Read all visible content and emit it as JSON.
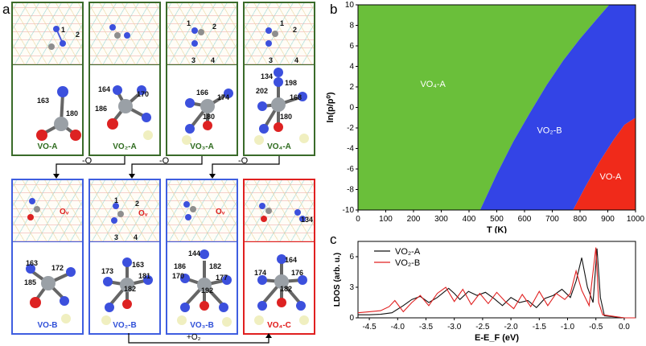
{
  "panel_labels": {
    "a": "a",
    "b": "b",
    "c": "c"
  },
  "steps": {
    "o1": "-O",
    "o2": "-O",
    "o3": "-O",
    "o2_add": "+O₂"
  },
  "structures": {
    "vo_a": {
      "label": "VO-A",
      "numbers": [
        "163",
        "180"
      ],
      "markers": [
        "1",
        "2"
      ]
    },
    "vo2_a": {
      "label": "VO₂-A",
      "numbers": [
        "164",
        "170",
        "186"
      ],
      "markers": []
    },
    "vo3_a": {
      "label": "VO₃-A",
      "numbers": [
        "166",
        "174",
        "180"
      ],
      "markers": [
        "1",
        "2",
        "3",
        "4"
      ]
    },
    "vo4_a": {
      "label": "VO₄-A",
      "numbers": [
        "134",
        "198",
        "202",
        "168",
        "180"
      ],
      "markers": [
        "1",
        "2",
        "3",
        "4"
      ]
    },
    "vo_b": {
      "label": "VO-B",
      "numbers": [
        "163",
        "172",
        "185"
      ],
      "markers": [],
      "vacancy": "Oᵥ"
    },
    "vo2_b": {
      "label": "VO₂-B",
      "numbers": [
        "173",
        "163",
        "181",
        "182"
      ],
      "markers": [
        "1",
        "2",
        "3",
        "4"
      ],
      "vacancy": "Oᵥ"
    },
    "vo3_b": {
      "label": "VO₃-B",
      "numbers": [
        "144",
        "186",
        "182",
        "170",
        "177",
        "192"
      ],
      "markers": [],
      "vacancy": "Oᵥ"
    },
    "vo4_c": {
      "label": "VO₄-C",
      "numbers": [
        "164",
        "174",
        "176",
        "182"
      ],
      "markers": [],
      "extra": "134"
    }
  },
  "colors": {
    "green_region": "#6abf3a",
    "blue_region": "#3344e6",
    "red_region": "#f02a1a",
    "green_border": "#3a6b2a",
    "blue_border": "#3f5ee0",
    "red_border": "#e02020"
  },
  "chart_data": [
    {
      "type": "area",
      "panel": "b",
      "xlabel": "T (K)",
      "ylabel": "ln(p/p⁰)",
      "xlim": [
        0,
        1000
      ],
      "ylim": [
        -10,
        10
      ],
      "xticks": [
        0,
        100,
        200,
        300,
        400,
        500,
        600,
        700,
        800,
        900,
        1000
      ],
      "yticks": [
        -10,
        -8,
        -6,
        -4,
        -2,
        0,
        2,
        4,
        6,
        8,
        10
      ],
      "regions": [
        {
          "name": "VO₄-A",
          "color": "#6abf3a"
        },
        {
          "name": "VO₂-B",
          "color": "#3344e6"
        },
        {
          "name": "VO-A",
          "color": "#f02a1a"
        }
      ],
      "boundaries": {
        "green_blue": [
          [
            440,
            -10
          ],
          [
            500,
            -6.5
          ],
          [
            560,
            -3.3
          ],
          [
            620,
            -0.5
          ],
          [
            680,
            2.2
          ],
          [
            740,
            4.6
          ],
          [
            800,
            6.7
          ],
          [
            860,
            8.6
          ],
          [
            905,
            10
          ]
        ],
        "blue_red": [
          [
            775,
            -10
          ],
          [
            820,
            -7.7
          ],
          [
            870,
            -5.3
          ],
          [
            920,
            -3.2
          ],
          [
            960,
            -1.7
          ],
          [
            1000,
            -1
          ]
        ]
      }
    },
    {
      "type": "line",
      "panel": "c",
      "xlabel": "E-E_F (eV)",
      "ylabel": "LDOS (arb. u.)",
      "xlim": [
        -4.7,
        0.2
      ],
      "ylim": [
        0,
        7.5
      ],
      "xticks": [
        -4.5,
        -4.0,
        -3.5,
        -3.0,
        -2.5,
        -2.0,
        -1.5,
        -1.0,
        -0.5,
        0.0
      ],
      "yticks": [
        0,
        3,
        6
      ],
      "series": [
        {
          "name": "VO₂-A",
          "color": "#111111",
          "x": [
            -4.7,
            -4.5,
            -4.3,
            -4.1,
            -3.9,
            -3.75,
            -3.6,
            -3.45,
            -3.3,
            -3.1,
            -3.0,
            -2.9,
            -2.75,
            -2.6,
            -2.45,
            -2.3,
            -2.15,
            -2.0,
            -1.85,
            -1.7,
            -1.55,
            -1.4,
            -1.25,
            -1.1,
            -0.95,
            -0.85,
            -0.75,
            -0.65,
            -0.55,
            -0.48,
            -0.42,
            -0.35,
            0.0,
            0.2
          ],
          "y": [
            0.3,
            0.3,
            0.35,
            0.5,
            1.2,
            1.8,
            2.1,
            1.5,
            2.0,
            2.9,
            2.4,
            1.8,
            2.6,
            2.2,
            2.5,
            1.9,
            1.2,
            2.0,
            1.5,
            1.7,
            1.0,
            1.9,
            2.2,
            2.8,
            2.0,
            3.6,
            5.9,
            3.0,
            1.5,
            6.8,
            2.0,
            0.2,
            0.0,
            0.0
          ]
        },
        {
          "name": "VO₂-B",
          "color": "#e02020",
          "x": [
            -4.7,
            -4.5,
            -4.3,
            -4.15,
            -4.05,
            -3.9,
            -3.75,
            -3.6,
            -3.45,
            -3.3,
            -3.15,
            -3.0,
            -2.85,
            -2.7,
            -2.55,
            -2.4,
            -2.25,
            -2.1,
            -1.95,
            -1.8,
            -1.65,
            -1.5,
            -1.35,
            -1.2,
            -1.05,
            -0.95,
            -0.85,
            -0.75,
            -0.62,
            -0.5,
            -0.45,
            -0.38,
            0.0,
            0.2
          ],
          "y": [
            0.5,
            0.6,
            0.7,
            1.1,
            1.7,
            0.6,
            1.5,
            2.2,
            1.2,
            2.4,
            3.0,
            1.6,
            2.8,
            1.3,
            2.4,
            1.4,
            2.5,
            1.6,
            0.9,
            2.3,
            1.1,
            2.6,
            1.2,
            2.4,
            1.8,
            2.4,
            4.6,
            2.7,
            1.2,
            6.9,
            1.5,
            0.3,
            0.0,
            0.0
          ]
        }
      ]
    }
  ]
}
